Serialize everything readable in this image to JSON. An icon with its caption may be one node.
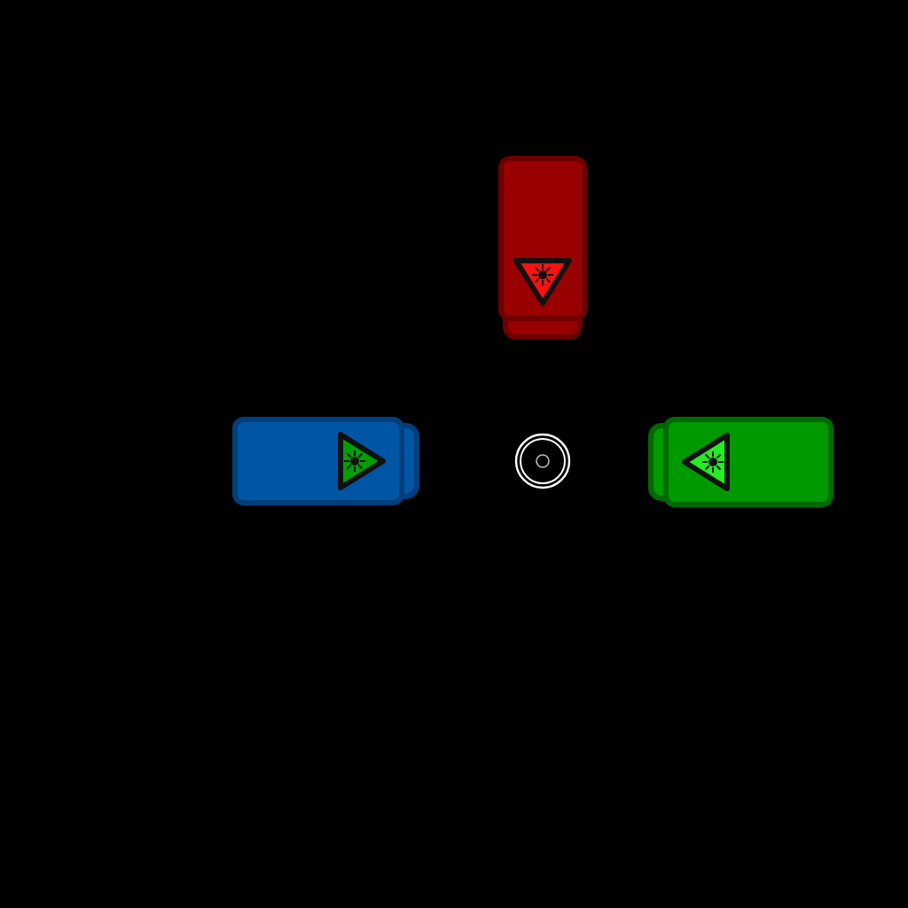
{
  "diagram": {
    "nodes": [
      {
        "text": [],
        "shape": "box"
      },
      {
        "text": [],
        "shape": "box"
      },
      {
        "text": [],
        "shape": "box"
      },
      {
        "text": [],
        "shape": "circle"
      }
    ]
  }
}
